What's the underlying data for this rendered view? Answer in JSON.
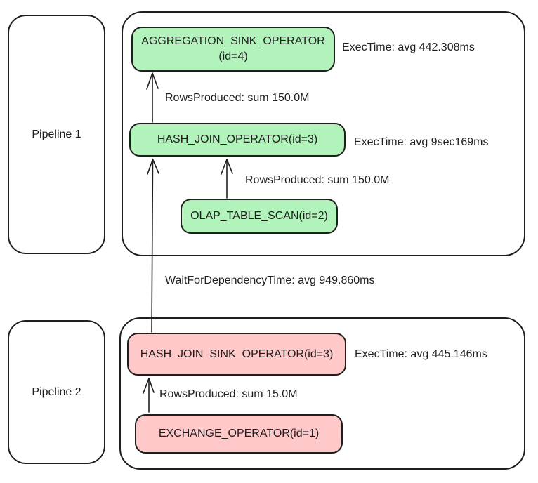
{
  "colors": {
    "node_green": "#b2f2bb",
    "node_red": "#ffc9c9",
    "stroke": "#1e1e1e",
    "background": "#ffffff"
  },
  "pipeline1": {
    "label": "Pipeline 1",
    "nodes": {
      "aggregation_sink": {
        "title": "AGGREGATION_SINK_OPERATOR",
        "subtitle": "(id=4)"
      },
      "hash_join": {
        "title": "HASH_JOIN_OPERATOR(id=3)"
      },
      "olap_table_scan": {
        "title": "OLAP_TABLE_SCAN(id=2)"
      }
    },
    "annotations": {
      "aggregation_exec_time": "ExecTime: avg 442.308ms",
      "hash_join_exec_time": "ExecTime: avg 9sec169ms",
      "rows_hash_to_agg": "RowsProduced: sum 150.0M",
      "rows_olap_to_hash": "RowsProduced: sum 150.0M"
    }
  },
  "cross_pipeline": {
    "wait_label": "WaitForDependencyTime: avg 949.860ms"
  },
  "pipeline2": {
    "label": "Pipeline 2",
    "nodes": {
      "hash_join_sink": {
        "title": "HASH_JOIN_SINK_OPERATOR(id=3)"
      },
      "exchange": {
        "title": "EXCHANGE_OPERATOR(id=1)"
      }
    },
    "annotations": {
      "hash_join_sink_exec_time": "ExecTime: avg 445.146ms",
      "rows_exchange_to_sink": "RowsProduced: sum 15.0M"
    }
  }
}
